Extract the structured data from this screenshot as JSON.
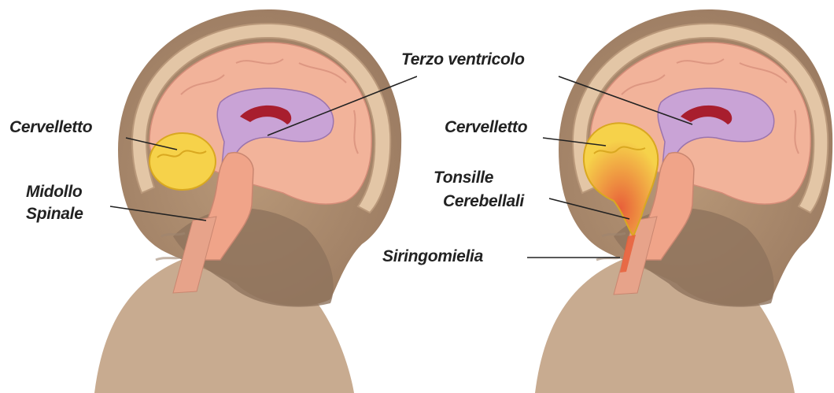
{
  "figure": {
    "left_panel": {
      "labels": {
        "cerebellum": "Cervelletto",
        "spinal_cord_line1": "Midollo",
        "spinal_cord_line2": "Spinale"
      }
    },
    "right_panel": {
      "labels": {
        "third_ventricle": "Terzo ventricolo",
        "cerebellum": "Cervelletto",
        "tonsils_line1": "Tonsille",
        "tonsils_line2": "Cerebellali",
        "syringomyelia": "Siringomielia"
      }
    },
    "colors": {
      "skin": "#c9a88a",
      "skull_bone": "#d9b99a",
      "brain": "#f2b39a",
      "ventricle": "#c9a3d6",
      "cerebellum": "#f6d24a",
      "herniation": "#e8603a",
      "ventricle_red": "#a81e2e",
      "leader_line": "#222222"
    }
  }
}
